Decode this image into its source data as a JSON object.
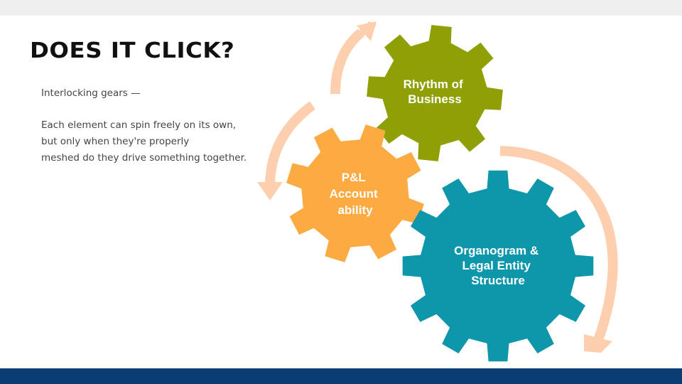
{
  "slide": {
    "title": "DOES IT CLICK?",
    "intro": "Interlocking gears —",
    "body_lines": [
      "Each element can spin freely on its own,",
      "but only when they're properly",
      "meshed do they drive something together."
    ]
  },
  "diagram": {
    "gears": [
      {
        "name": "gear-rhythm-of-business",
        "lines": [
          "Rhythm of",
          "Business"
        ],
        "color": "#8fa007"
      },
      {
        "name": "gear-pl-accountability",
        "lines": [
          "P&L",
          "Account",
          "ability"
        ],
        "color": "#fbab42"
      },
      {
        "name": "gear-organogram",
        "lines": [
          "Organogram &",
          "Legal Entity",
          "Structure"
        ],
        "color": "#0e96aa"
      }
    ],
    "arrow_color": "#fdcfae"
  },
  "colors": {
    "top_band": "#efefef",
    "bottom_band": "#0b3d75"
  }
}
